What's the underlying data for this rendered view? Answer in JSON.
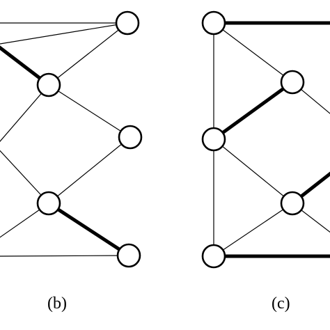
{
  "panels": [
    {
      "label": "(b)",
      "nodes": [
        "b1",
        "b2",
        "b3",
        "b4",
        "b5"
      ],
      "edges": [
        {
          "from": "b_l0",
          "to": "b1",
          "weight": "thin"
        },
        {
          "from": "b_l0",
          "to": "b2",
          "weight": "thick"
        },
        {
          "from": "b1",
          "to": "b2",
          "weight": "thin"
        },
        {
          "from": "b_l1",
          "to": "b2",
          "weight": "thin"
        },
        {
          "from": "b2",
          "to": "b3",
          "weight": "thin"
        },
        {
          "from": "b_l1",
          "to": "b4",
          "weight": "thin"
        },
        {
          "from": "b3",
          "to": "b4",
          "weight": "thin"
        },
        {
          "from": "b_l2",
          "to": "b4",
          "weight": "thin"
        },
        {
          "from": "b4",
          "to": "b5",
          "weight": "thick"
        },
        {
          "from": "b_l3",
          "to": "b5",
          "weight": "thin"
        }
      ]
    },
    {
      "label": "(c)",
      "nodes": [
        "c1",
        "c2",
        "c3",
        "c4",
        "c5"
      ],
      "edges": [
        {
          "from": "c1",
          "to": "c_r0",
          "weight": "thick"
        },
        {
          "from": "c1",
          "to": "c2",
          "weight": "thin"
        },
        {
          "from": "c1",
          "to": "c3",
          "weight": "thin"
        },
        {
          "from": "c2",
          "to": "c_r1",
          "weight": "thin"
        },
        {
          "from": "c3",
          "to": "c2",
          "weight": "thick"
        },
        {
          "from": "c3",
          "to": "c4",
          "weight": "thin"
        },
        {
          "from": "c3",
          "to": "c5",
          "weight": "thin"
        },
        {
          "from": "c4",
          "to": "c_r2",
          "weight": "thick"
        },
        {
          "from": "c4",
          "to": "c_r3",
          "weight": "thin"
        },
        {
          "from": "c5",
          "to": "c4",
          "weight": "thin"
        },
        {
          "from": "c5",
          "to": "c_r4",
          "weight": "thick"
        }
      ]
    }
  ],
  "colors": {
    "stroke": "#000000",
    "node_fill": "#ffffff",
    "background": "#ffffff"
  }
}
